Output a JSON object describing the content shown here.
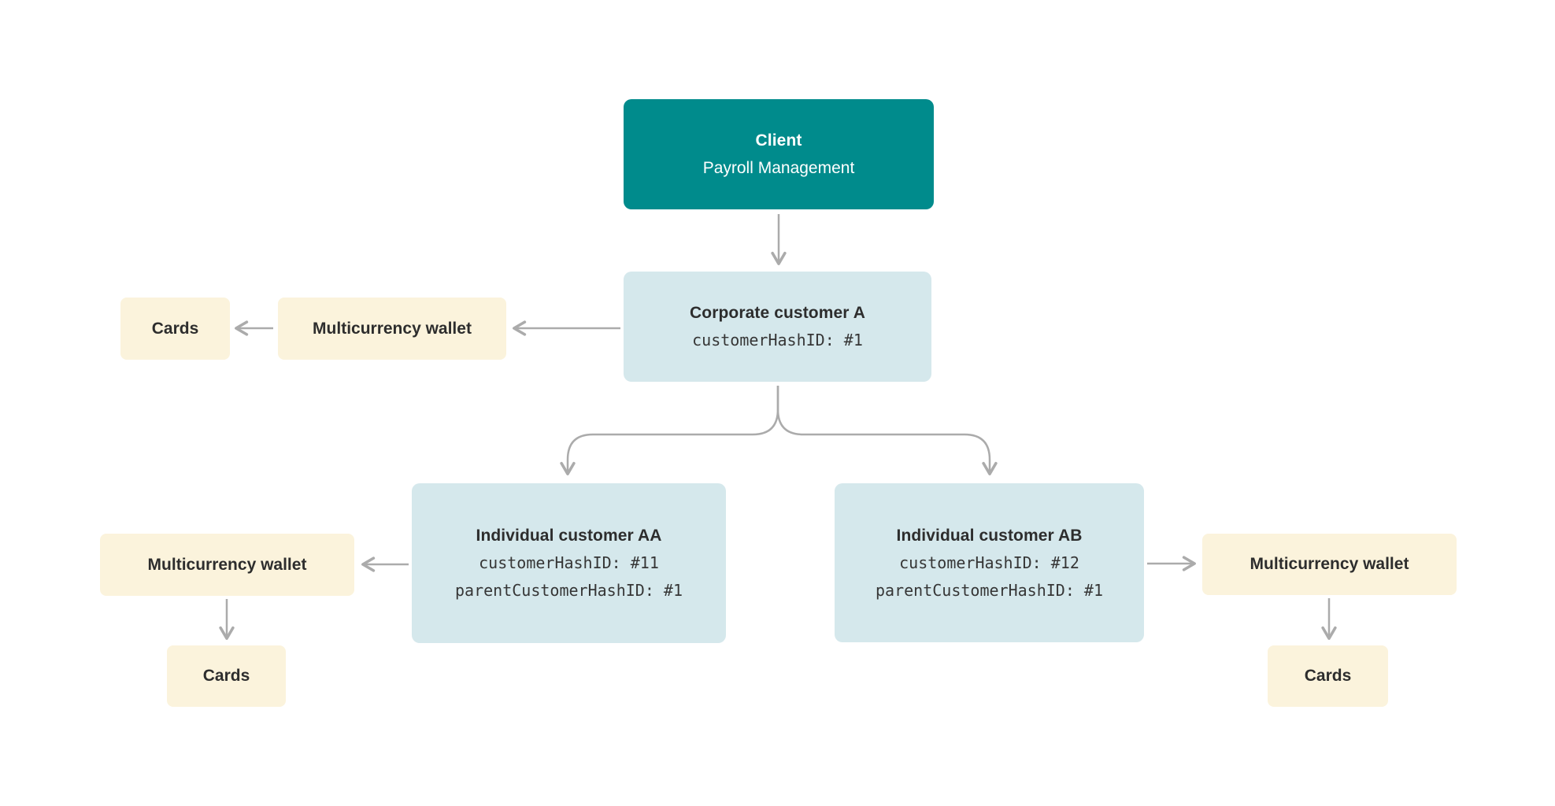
{
  "diagram": {
    "description": "Payroll management client customer hierarchy diagram",
    "nodes": {
      "client": {
        "title": "Client",
        "subtitle": "Payroll Management"
      },
      "corporate_a": {
        "title": "Corporate customer A",
        "code_lines": [
          "customerHashID: #1"
        ]
      },
      "individual_aa": {
        "title": "Individual customer AA",
        "code_lines": [
          "customerHashID: #11",
          "parentCustomerHashID: #1"
        ]
      },
      "individual_ab": {
        "title": "Individual customer AB",
        "code_lines": [
          "customerHashID: #12",
          "parentCustomerHashID: #1"
        ]
      },
      "wallet_top": {
        "label": "Multicurrency wallet"
      },
      "cards_top": {
        "label": "Cards"
      },
      "wallet_left": {
        "label": "Multicurrency wallet"
      },
      "cards_left": {
        "label": "Cards"
      },
      "wallet_right": {
        "label": "Multicurrency wallet"
      },
      "cards_right": {
        "label": "Cards"
      }
    },
    "edges": [
      {
        "from": "client",
        "to": "corporate_a"
      },
      {
        "from": "corporate_a",
        "to": "wallet_top"
      },
      {
        "from": "wallet_top",
        "to": "cards_top"
      },
      {
        "from": "corporate_a",
        "to": "individual_aa"
      },
      {
        "from": "corporate_a",
        "to": "individual_ab"
      },
      {
        "from": "individual_aa",
        "to": "wallet_left"
      },
      {
        "from": "wallet_left",
        "to": "cards_left"
      },
      {
        "from": "individual_ab",
        "to": "wallet_right"
      },
      {
        "from": "wallet_right",
        "to": "cards_right"
      }
    ],
    "colors": {
      "teal": "#008B8C",
      "light_blue": "#D5E8EC",
      "cream": "#FBF3DC",
      "arrow": "#ABABAB",
      "text_dark": "#2D2D2D",
      "text_mono": "#363636",
      "text_white": "#FFFFFF"
    }
  }
}
